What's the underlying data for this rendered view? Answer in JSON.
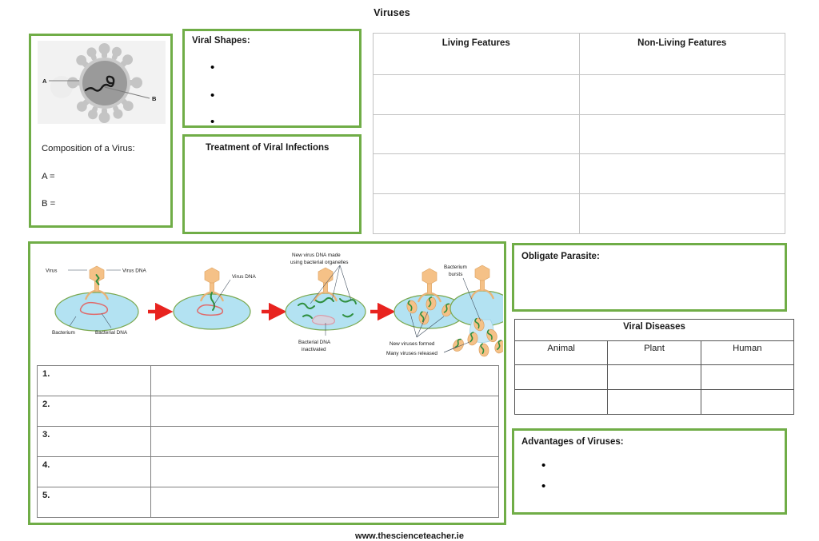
{
  "page": {
    "title": "Viruses",
    "footer": "www.thescienceteacher.ie"
  },
  "virus_composition": {
    "caption": "Composition of a Virus:",
    "label_a": "A =",
    "label_b": "B =",
    "figure": {
      "name": "virus-particle-diagram",
      "leader_a": "A",
      "leader_b": "B"
    }
  },
  "viral_shapes": {
    "title": "Viral Shapes:",
    "bullets": [
      "",
      "",
      ""
    ]
  },
  "treatment": {
    "title": "Treatment of Viral Infections"
  },
  "features_table": {
    "headers": [
      "Living Features",
      "Non-Living Features"
    ],
    "rows": [
      [
        "",
        ""
      ],
      [
        "",
        ""
      ],
      [
        "",
        ""
      ],
      [
        "",
        ""
      ]
    ]
  },
  "lifecycle": {
    "figure_name": "bacteriophage-lytic-cycle-diagram",
    "labels": {
      "virus": "Virus",
      "virus_dna": "Virus DNA",
      "bacterium": "Bacterium",
      "bacterial_dna": "Bacterial DNA",
      "virus_dna_2": "Virus DNA",
      "new_virus_dna": "New virus DNA made\nusing bacterial organelles",
      "bacterial_dna_inactivated": "Bacterial DNA\ninactivated",
      "new_viruses_formed": "New viruses formed",
      "bacterium_bursts": "Bacterium\nbursts",
      "many_viruses_released": "Many viruses released"
    },
    "steps": [
      {
        "number": "1.",
        "text": ""
      },
      {
        "number": "2.",
        "text": ""
      },
      {
        "number": "3.",
        "text": ""
      },
      {
        "number": "4.",
        "text": ""
      },
      {
        "number": "5.",
        "text": ""
      }
    ]
  },
  "obligate_parasite": {
    "title": "Obligate Parasite:"
  },
  "viral_diseases": {
    "title": "Viral Diseases",
    "columns": [
      "Animal",
      "Plant",
      "Human"
    ],
    "rows": [
      [
        "",
        "",
        ""
      ],
      [
        "",
        "",
        ""
      ]
    ]
  },
  "advantages": {
    "title": "Advantages of Viruses:",
    "bullets": [
      "",
      ""
    ]
  },
  "colors": {
    "green_border": "#70ad47",
    "table_border_light": "#c2c2c2",
    "table_border_dark": "#555555",
    "text": "#1a1a1a"
  }
}
